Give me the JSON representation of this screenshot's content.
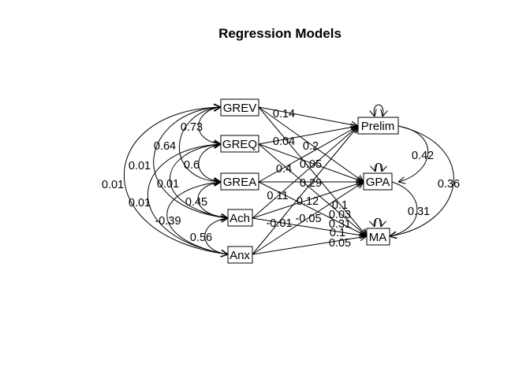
{
  "title": "Regression Models",
  "nodes": {
    "grev": "GREV",
    "greq": "GREQ",
    "grea": "GREA",
    "ach": "Ach",
    "anx": "Anx",
    "prelim": "Prelim",
    "gpa": "GPA",
    "ma": "MA"
  },
  "coefficients": {
    "grev_greq": "0.73",
    "grev_grea": "0.64",
    "greq_grea": "0.6",
    "grev_ach": "0.01",
    "greq_ach": "0.01",
    "grea_ach": "0.45",
    "grev_anx": "0.01",
    "greq_anx": "0.01",
    "grea_anx": "-0.39",
    "ach_anx": "0.56",
    "grev_prelim": "0.14",
    "grev_gpa": "0.2",
    "grev_ma": "0.05",
    "greq_prelim": "0.04",
    "greq_gpa": "0.29",
    "greq_ma": "0.1",
    "grea_prelim": "0.4",
    "grea_gpa": "0.12",
    "grea_ma": "0.03",
    "ach_prelim": "0.11",
    "ach_gpa": "-0.05",
    "ach_ma": "0.31",
    "anx_prelim": "-0.01",
    "anx_gpa": "0.1",
    "anx_ma": "0.05",
    "prelim_gpa": "0.42",
    "prelim_ma": "0.36",
    "gpa_ma": "0.31"
  }
}
